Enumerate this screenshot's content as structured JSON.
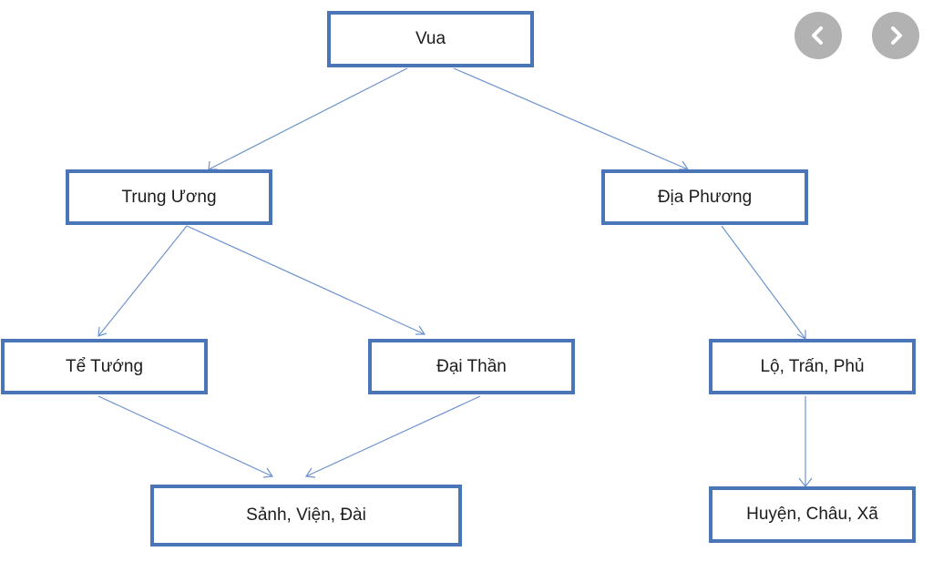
{
  "nodes": {
    "vua": "Vua",
    "trung_uong": "Trung Ương",
    "dia_phuong": "Địa Phương",
    "te_tuong": "Tể Tướng",
    "dai_than": "Đại Thần",
    "lo_tran_phu": "Lộ, Trấn, Phủ",
    "sanh_vien_dai": "Sảnh, Viện, Đài",
    "huyen_chau_xa": "Huyện, Châu, Xã"
  },
  "edges": [
    [
      "vua",
      "trung_uong"
    ],
    [
      "vua",
      "dia_phuong"
    ],
    [
      "trung_uong",
      "te_tuong"
    ],
    [
      "trung_uong",
      "dai_than"
    ],
    [
      "dia_phuong",
      "lo_tran_phu"
    ],
    [
      "te_tuong",
      "sanh_vien_dai"
    ],
    [
      "dai_than",
      "sanh_vien_dai"
    ],
    [
      "lo_tran_phu",
      "huyen_chau_xa"
    ]
  ],
  "colors": {
    "node_border": "#4a76b8",
    "connector": "#6e93cf",
    "nav_button": "#b2b2b2"
  },
  "controls": {
    "prev_icon": "chevron-left-icon",
    "next_icon": "chevron-right-icon"
  }
}
